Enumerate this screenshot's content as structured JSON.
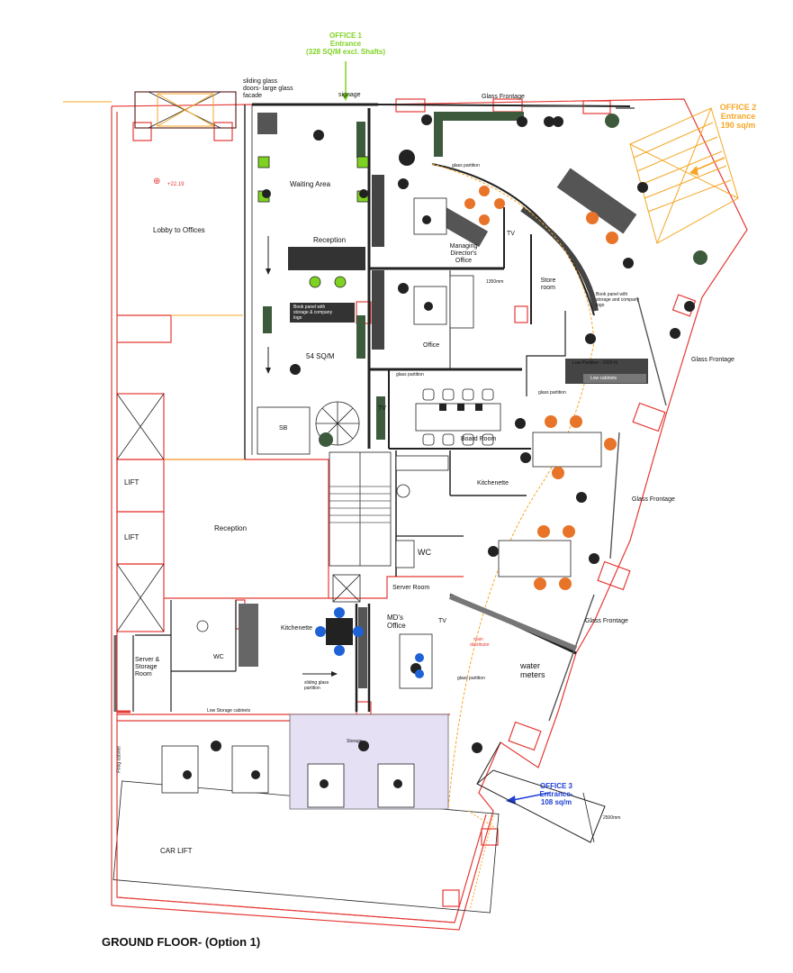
{
  "office1": {
    "title": "OFFICE 1",
    "line2": "Entrance",
    "line3": "(328 SQ/M excl. Shafts)"
  },
  "office2": {
    "title": "OFFICE 2",
    "line2": "Entrance",
    "line3": "190 sq/m"
  },
  "office3": {
    "title": "OFFICE 3",
    "line2": "Entrance-",
    "line3": "108 sq/m"
  },
  "notes": {
    "sliding_doors": [
      "sliding glass",
      "doors- large glass",
      "facade"
    ],
    "signage": "signage",
    "level": "+22.19",
    "glass_frontage": "Glass Frontage",
    "book_panel_1": [
      "Book panel with",
      "storage & company",
      "logo"
    ],
    "book_panel_2": [
      "Book panel with",
      "storage and company",
      "logo"
    ],
    "glass_partition": "glass partition",
    "low_partition": "Low Partition - 1600 ht",
    "low_cabinets": "Low cabinets",
    "sliding_glass_partition": [
      "sliding glass",
      "partition"
    ],
    "water_meters": [
      "water",
      "meters"
    ],
    "low_storage_cabinets": "Low Storage cabinets",
    "dim_1350": "1350mm",
    "dim_2500": "2500mm",
    "tv": "TV",
    "storage": "Storage",
    "main_distribution": [
      "main",
      "distributor"
    ],
    "filing": "Filing cabinet"
  },
  "rooms": {
    "lobby": "Lobby to Offices",
    "waiting": "Waiting Area",
    "reception_top": "Reception",
    "area_54": "54 SQ/M",
    "lift1": "LIFT",
    "lift2": "LIFT",
    "reception_main": "Reception",
    "md_office_1": [
      "Managing",
      "Director's",
      "Office"
    ],
    "office": "Office",
    "store": [
      "Store",
      "room"
    ],
    "board_room": "Board Room",
    "kitchenette_1": "Kitchenette",
    "wc_1": "WC",
    "server_room": "Server Room",
    "kitchenette_2": "Kitchenette",
    "md_office_2": [
      "MD's",
      "Office"
    ],
    "wc_2": "WC",
    "server_storage": [
      "Server &",
      "Storage",
      "Room"
    ],
    "car_lift": "CAR LIFT",
    "sb": "SB"
  },
  "footer": "GROUND FLOOR- (Option 1)",
  "colors": {
    "wall": "#e53935",
    "dark_wall": "#222222",
    "accent_orange": "#f5a623",
    "entrance_green": "#7ed321",
    "entrance_blue": "#1f3fd6",
    "lilac": "#e6e0f5",
    "chair": "#e8742a",
    "plant": "#3d5a3d"
  }
}
